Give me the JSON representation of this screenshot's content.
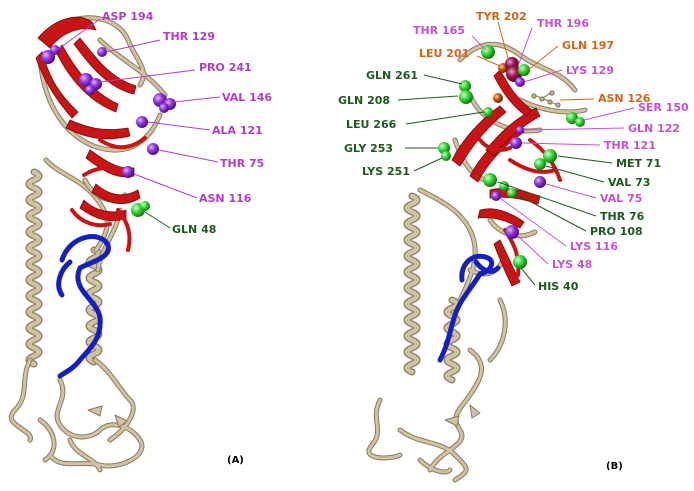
{
  "panels": [
    {
      "id": "A",
      "caption": "(A)",
      "residues": [
        {
          "label": "ASP 194",
          "color": "#b03cc8"
        },
        {
          "label": "THR 129",
          "color": "#b03cc8"
        },
        {
          "label": "PRO 241",
          "color": "#b03cc8"
        },
        {
          "label": "VAL 146",
          "color": "#b03cc8"
        },
        {
          "label": "ALA 121",
          "color": "#b03cc8"
        },
        {
          "label": "THR 75",
          "color": "#b03cc8"
        },
        {
          "label": "ASN 116",
          "color": "#b03cc8"
        },
        {
          "label": "GLN 48",
          "color": "#1e5a1e"
        }
      ]
    },
    {
      "id": "B",
      "caption": "(B)",
      "residues": [
        {
          "label": "THR 165",
          "color": "#c850d2"
        },
        {
          "label": "TYR 202",
          "color": "#d26414"
        },
        {
          "label": "THR 196",
          "color": "#c850d2"
        },
        {
          "label": "LEU 201",
          "color": "#d26414"
        },
        {
          "label": "GLN 197",
          "color": "#d26414"
        },
        {
          "label": "GLN 261",
          "color": "#1e5a1e"
        },
        {
          "label": "LYS 129",
          "color": "#c850d2"
        },
        {
          "label": "ASN 126",
          "color": "#d26414"
        },
        {
          "label": "GLN 208",
          "color": "#1e5a1e"
        },
        {
          "label": "SER 150",
          "color": "#c850d2"
        },
        {
          "label": "LEU 266",
          "color": "#1e5a1e"
        },
        {
          "label": "GLN 122",
          "color": "#c850d2"
        },
        {
          "label": "GLY 253",
          "color": "#1e5a1e"
        },
        {
          "label": "THR 121",
          "color": "#c850d2"
        },
        {
          "label": "MET 71",
          "color": "#1e5a1e"
        },
        {
          "label": "LYS 251",
          "color": "#1e5a1e"
        },
        {
          "label": "VAL 73",
          "color": "#1e5a1e"
        },
        {
          "label": "VAL 75",
          "color": "#c850d2"
        },
        {
          "label": "THR 76",
          "color": "#1e5a1e"
        },
        {
          "label": "PRO 108",
          "color": "#1e5a1e"
        },
        {
          "label": "LYS 116",
          "color": "#c850d2"
        },
        {
          "label": "LYS 48",
          "color": "#c850d2"
        },
        {
          "label": "HIS 40",
          "color": "#1e5a1e"
        }
      ]
    }
  ],
  "colors": {
    "ribbon_body": "#d2c2a4",
    "ribbon_edge": "#8a7a5e",
    "head_red": "#c81414",
    "loop_blue": "#1420c0",
    "purple_sphere": "#8a2ad8",
    "green_sphere": "#3ee03e",
    "orange_sphere": "#d85a0a",
    "caption": "#000000"
  },
  "icons": [
    "protein-ribbon-structure",
    "residue-sphere"
  ]
}
